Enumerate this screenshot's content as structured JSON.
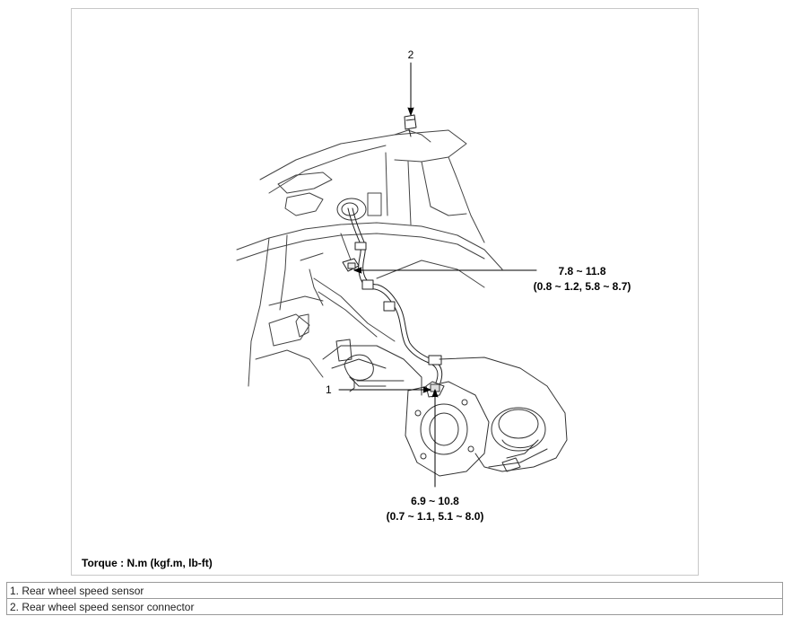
{
  "callouts": {
    "item2": "2",
    "item1": "1"
  },
  "torques": {
    "upper": {
      "value": "7.8 ~ 11.8",
      "alt": "(0.8 ~ 1.2, 5.8 ~ 8.7)"
    },
    "lower": {
      "value": "6.9 ~ 10.8",
      "alt": "(0.7 ~ 1.1, 5.1 ~ 8.0)"
    }
  },
  "torque_unit_note": "Torque : N.m (kgf.m, lb-ft)",
  "legend": [
    "1. Rear wheel speed sensor",
    "2. Rear wheel speed sensor connector"
  ]
}
